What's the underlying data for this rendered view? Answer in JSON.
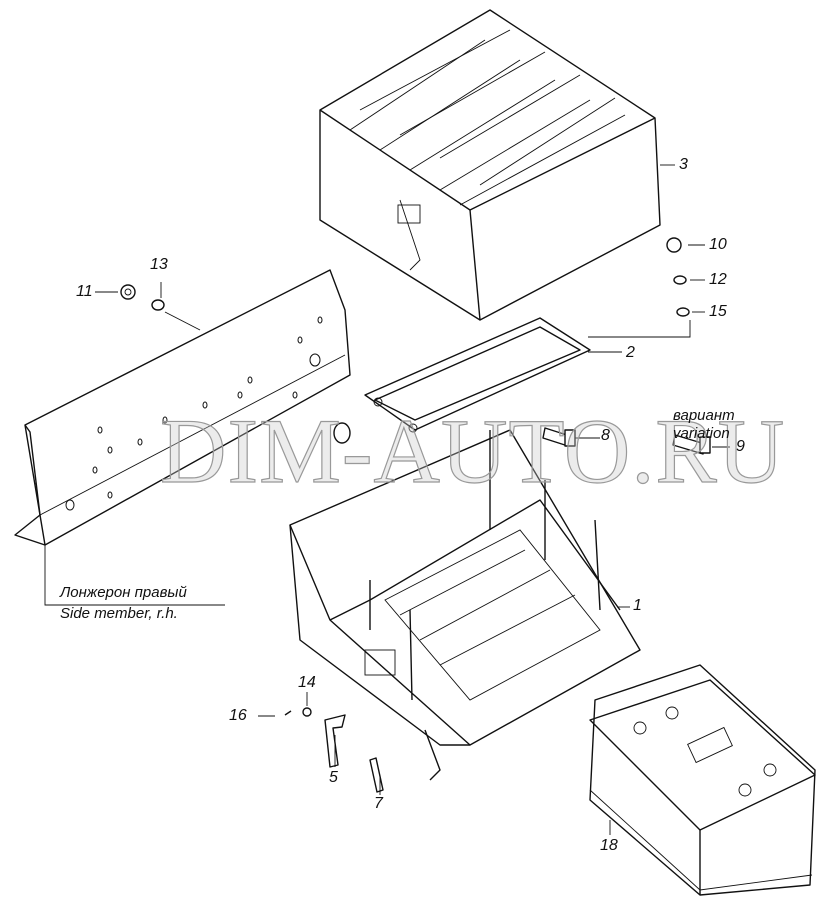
{
  "diagram": {
    "part_numbers": [
      "1",
      "2",
      "3",
      "5",
      "7",
      "8",
      "9",
      "10",
      "11",
      "12",
      "13",
      "14",
      "15",
      "16",
      "18"
    ],
    "captions": {
      "side_member_ru": "Лонжерон правый",
      "side_member_en": "Side member, r.h.",
      "variant_ru": "вариант",
      "variant_en": "variation"
    },
    "watermark": "DIM-AUTO.RU"
  }
}
